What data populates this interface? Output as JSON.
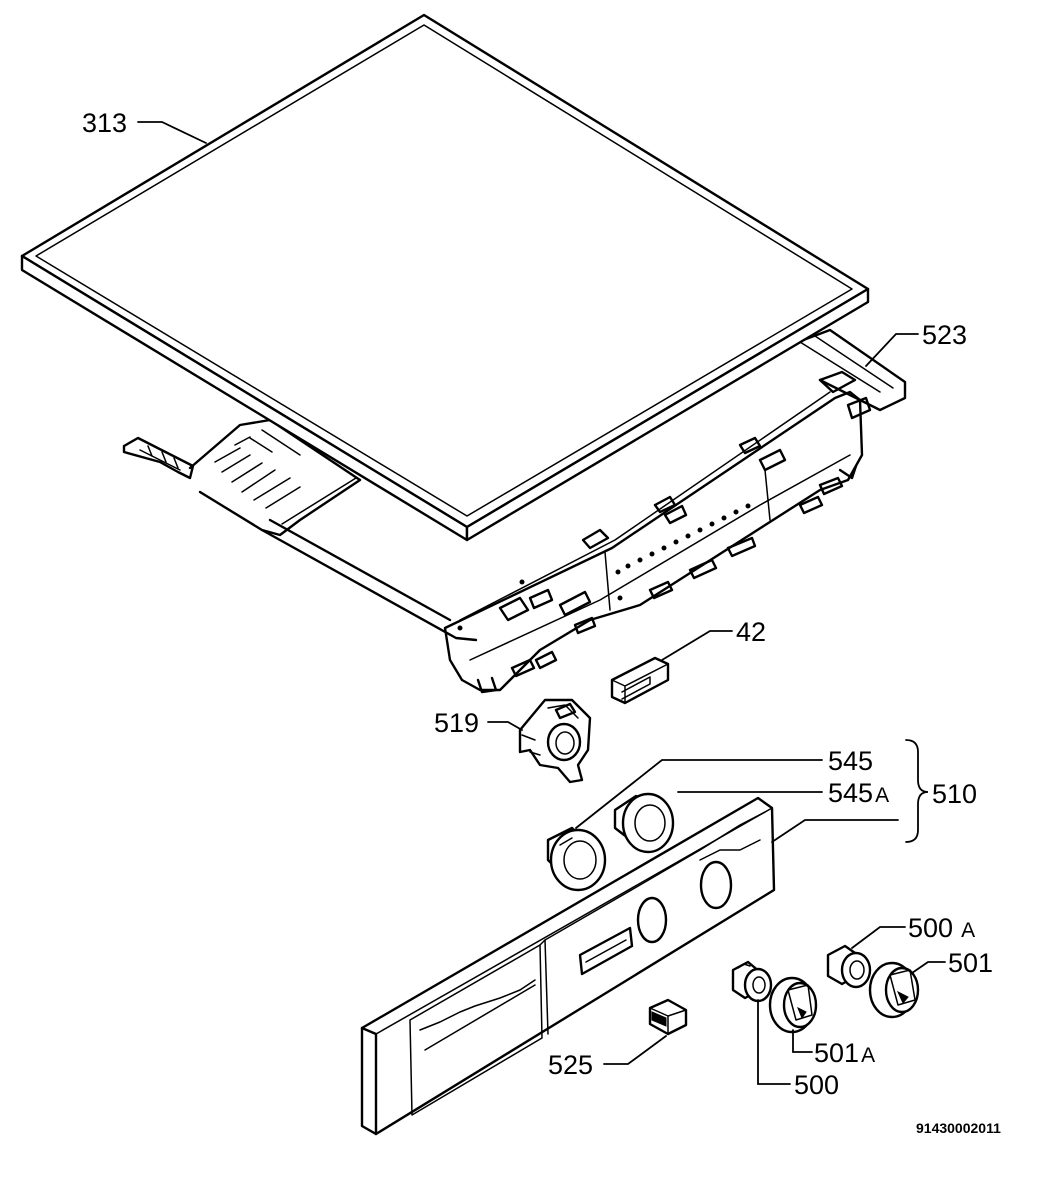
{
  "parts": [
    {
      "id": "p313",
      "number": "313"
    },
    {
      "id": "p523",
      "number": "523"
    },
    {
      "id": "p42",
      "number": "42"
    },
    {
      "id": "p519",
      "number": "519"
    },
    {
      "id": "p545",
      "number": "545"
    },
    {
      "id": "p545a",
      "number": "545",
      "suffix": "A"
    },
    {
      "id": "p510",
      "number": "510"
    },
    {
      "id": "p500a",
      "number": "500",
      "suffix": "A"
    },
    {
      "id": "p501",
      "number": "501"
    },
    {
      "id": "p501a",
      "number": "501",
      "suffix": "A"
    },
    {
      "id": "p525",
      "number": "525"
    },
    {
      "id": "p500",
      "number": "500"
    }
  ],
  "drawing_number": "91430002011"
}
